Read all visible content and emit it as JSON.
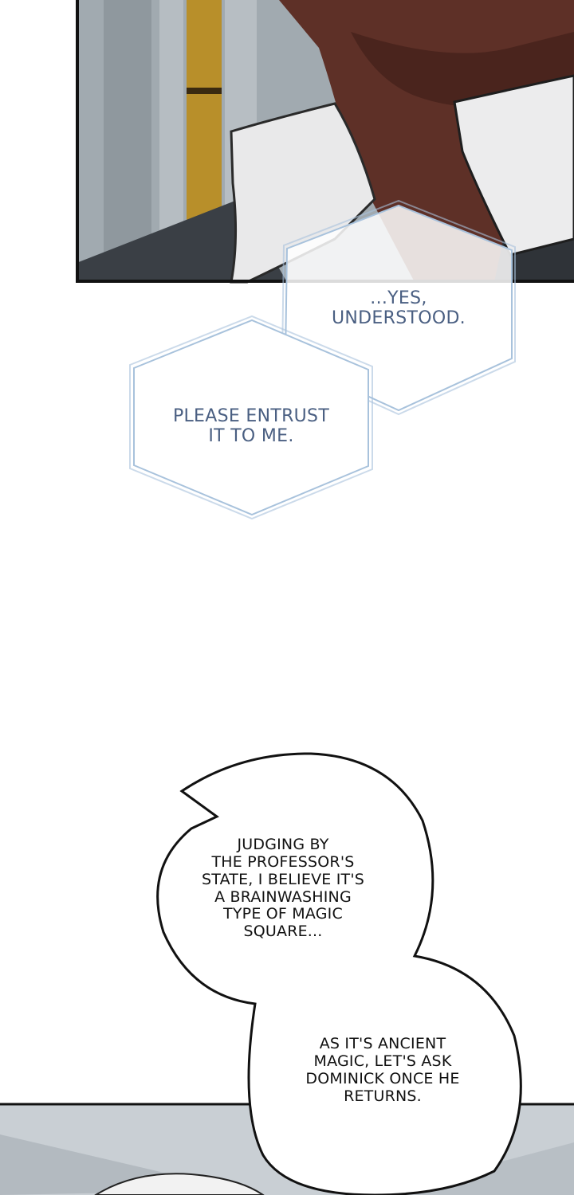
{
  "colors": {
    "page_background": "#ffffff",
    "panel_border": "#111111",
    "hex_bubble_outline": "#9fbad6",
    "hex_bubble_text": "#4a5f82",
    "speech_bubble_text": "#111111",
    "skin": "#5e3027",
    "collar": "#e9e9ea",
    "wall": "#9aa3a9",
    "gold_trim": "#b88f2a"
  },
  "panels": {
    "top_panel": {
      "scene": "close-up of a neck and white collar"
    },
    "bottom_panel": {
      "scene": "top of a white-haired head"
    }
  },
  "hex_bubbles": [
    {
      "text": "...YES,\nUNDERSTOOD."
    },
    {
      "text": "PLEASE ENTRUST\nIT TO ME."
    }
  ],
  "speech_bubbles": [
    {
      "text": "JUDGING BY\nTHE PROFESSOR'S\nSTATE, I BELIEVE IT'S\nA BRAINWASHING\nTYPE OF MAGIC\nSQUARE..."
    },
    {
      "text": "AS IT'S ANCIENT\nMAGIC, LET'S ASK\nDOMINICK ONCE HE\nRETURNS."
    }
  ]
}
